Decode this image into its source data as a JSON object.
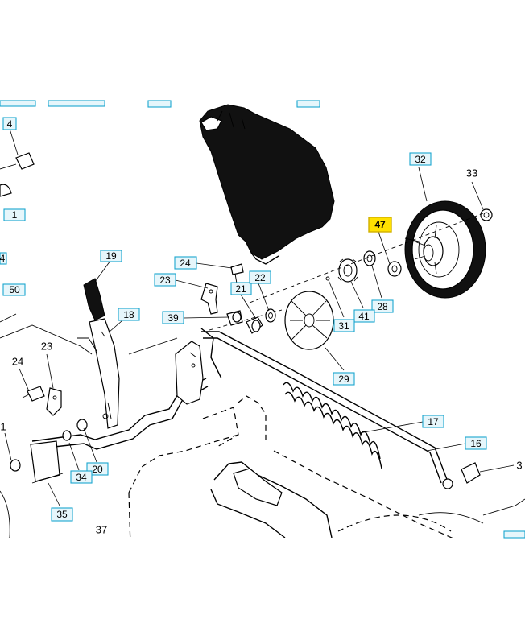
{
  "diagram": {
    "callouts": [
      {
        "id": "c4",
        "label": "4",
        "boxed": true
      },
      {
        "id": "c1",
        "label": "1",
        "boxed": true
      },
      {
        "id": "c4b",
        "label": "4",
        "boxed": true
      },
      {
        "id": "c50",
        "label": "50",
        "boxed": true
      },
      {
        "id": "c19",
        "label": "19",
        "boxed": true
      },
      {
        "id": "c18",
        "label": "18",
        "boxed": true
      },
      {
        "id": "c24a",
        "label": "24",
        "boxed": true
      },
      {
        "id": "c23a",
        "label": "23",
        "boxed": true
      },
      {
        "id": "c21",
        "label": "21",
        "boxed": true
      },
      {
        "id": "c22",
        "label": "22",
        "boxed": true
      },
      {
        "id": "c39",
        "label": "39",
        "boxed": true
      },
      {
        "id": "c24b",
        "label": "24",
        "boxed": false
      },
      {
        "id": "c23b",
        "label": "23",
        "boxed": false
      },
      {
        "id": "c32",
        "label": "32",
        "boxed": true
      },
      {
        "id": "c33",
        "label": "33",
        "boxed": false
      },
      {
        "id": "c47",
        "label": "47",
        "boxed": true,
        "highlight": true
      },
      {
        "id": "c28",
        "label": "28",
        "boxed": true
      },
      {
        "id": "c41",
        "label": "41",
        "boxed": true
      },
      {
        "id": "c31",
        "label": "31",
        "boxed": true
      },
      {
        "id": "c29",
        "label": "29",
        "boxed": true
      },
      {
        "id": "c17",
        "label": "17",
        "boxed": true
      },
      {
        "id": "c16",
        "label": "16",
        "boxed": true
      },
      {
        "id": "c3",
        "label": "3",
        "boxed": false
      },
      {
        "id": "c20",
        "label": "20",
        "boxed": true
      },
      {
        "id": "c34",
        "label": "34",
        "boxed": true
      },
      {
        "id": "c35",
        "label": "35",
        "boxed": true
      },
      {
        "id": "c1b",
        "label": "1",
        "boxed": false
      },
      {
        "id": "c37",
        "label": "37",
        "boxed": false
      }
    ]
  }
}
